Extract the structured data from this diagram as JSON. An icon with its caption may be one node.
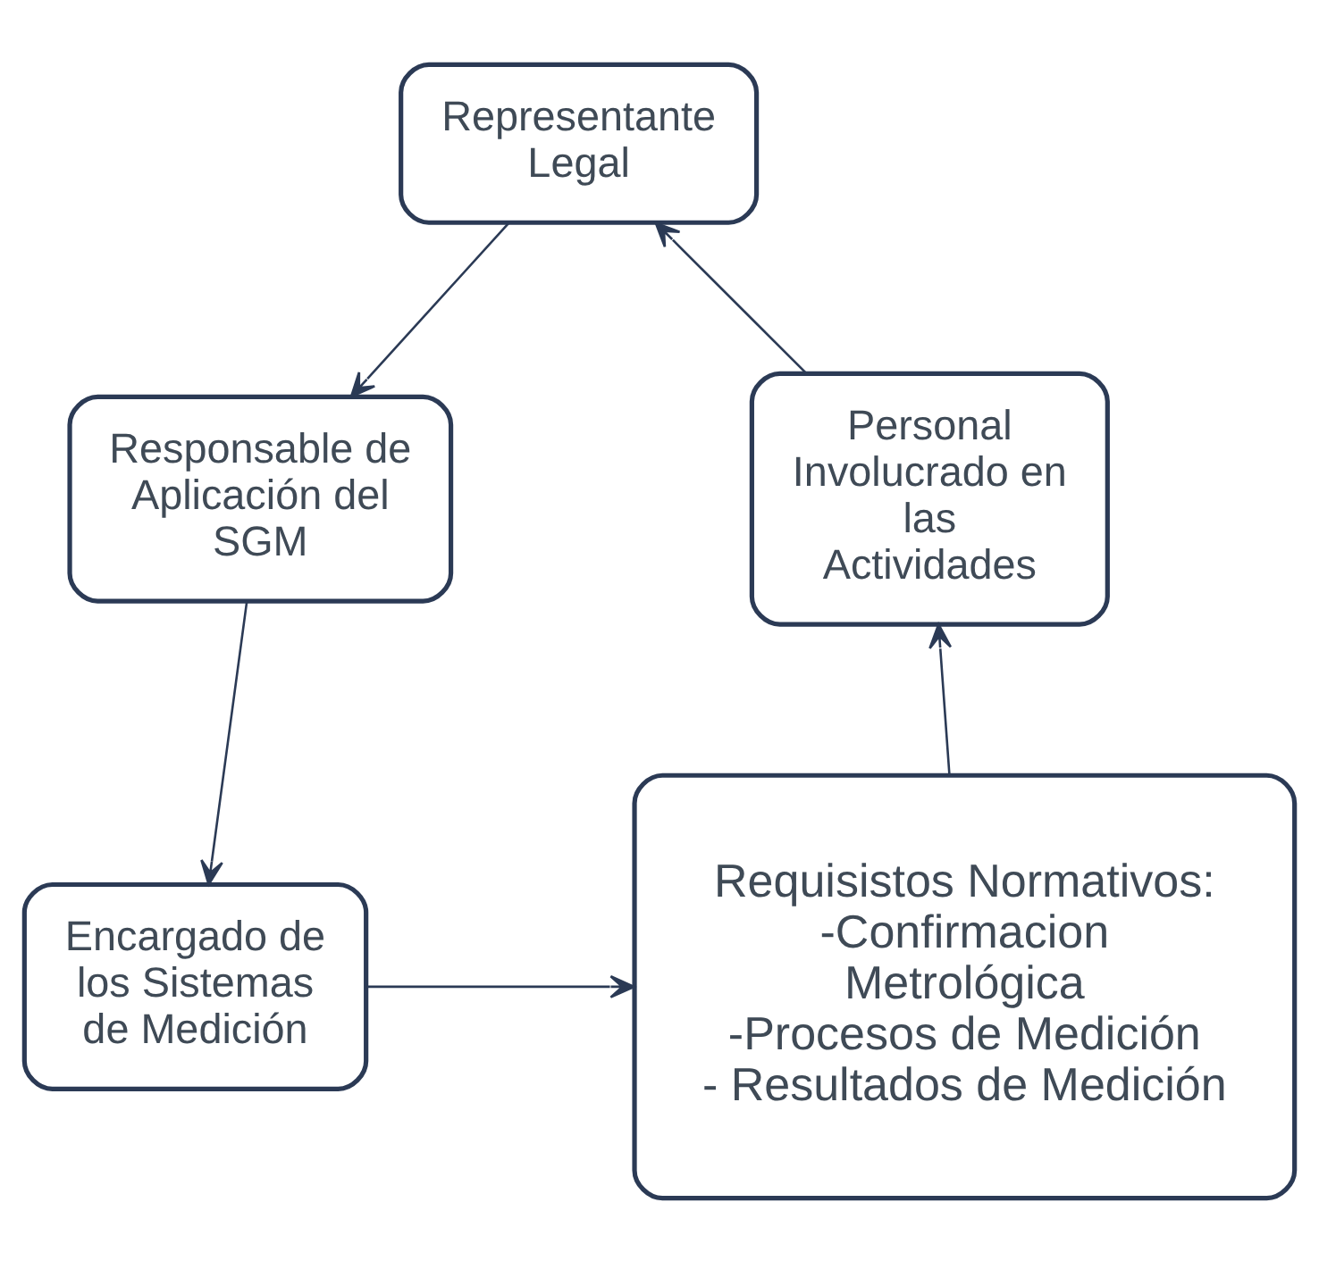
{
  "diagram": {
    "nodes": [
      {
        "text": [
          "Representante Legal"
        ]
      },
      {
        "text": [
          "Responsable de Aplicación del SGM"
        ]
      },
      {
        "text": [
          "Encargado de los Sistemas de Medición"
        ]
      },
      {
        "text": [
          "Requisistos Normativos:",
          "-Confirmacion Metrológica",
          "-Procesos de Medición",
          "- Resultados de Medición"
        ]
      },
      {
        "text": [
          "Personal Involucrado en las Actividades"
        ]
      }
    ],
    "edges": [
      {
        "from": 0,
        "to": 1,
        "arrow": "to"
      },
      {
        "from": 1,
        "to": 2,
        "arrow": "to"
      },
      {
        "from": 2,
        "to": 3,
        "arrow": "to"
      },
      {
        "from": 3,
        "to": 4,
        "arrow": "to"
      },
      {
        "from": 4,
        "to": 0,
        "arrow": "to"
      }
    ]
  }
}
